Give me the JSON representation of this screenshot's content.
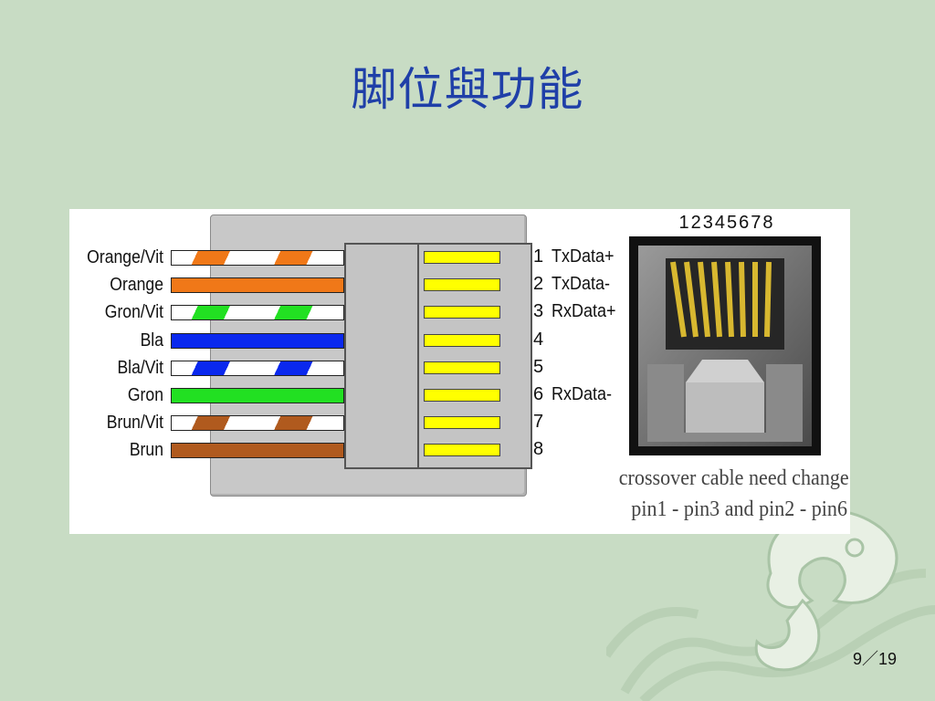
{
  "slide": {
    "title": "脚位與功能",
    "page": "9／19"
  },
  "wires": [
    {
      "label": "Orange/Vit",
      "color": "#f07818",
      "striped": true
    },
    {
      "label": "Orange",
      "color": "#f07818",
      "striped": false
    },
    {
      "label": "Gron/Vit",
      "color": "#22e022",
      "striped": true
    },
    {
      "label": "Bla",
      "color": "#0a28ee",
      "striped": false
    },
    {
      "label": "Bla/Vit",
      "color": "#0a28ee",
      "striped": true
    },
    {
      "label": "Gron",
      "color": "#22e022",
      "striped": false
    },
    {
      "label": "Brun/Vit",
      "color": "#b05a1e",
      "striped": true
    },
    {
      "label": "Brun",
      "color": "#b05a1e",
      "striped": false
    }
  ],
  "pins": [
    {
      "num": "1",
      "fn": "TxData+"
    },
    {
      "num": "2",
      "fn": "TxData-"
    },
    {
      "num": "3",
      "fn": "RxData+"
    },
    {
      "num": "4",
      "fn": ""
    },
    {
      "num": "5",
      "fn": ""
    },
    {
      "num": "6",
      "fn": "RxData-"
    },
    {
      "num": "7",
      "fn": ""
    },
    {
      "num": "8",
      "fn": ""
    }
  ],
  "jack": {
    "pin_numbers": "12345678",
    "contact_color": "#d8b830"
  },
  "note": {
    "line1": "crossover cable need change",
    "line2": "pin1 - pin3  and  pin2 - pin6"
  },
  "colors": {
    "background": "#c8dcc4",
    "title": "#1f3fa8",
    "pin_yellow": "#ffff00"
  },
  "icons": [
    "rj45-plug-diagram",
    "rj45-jack-photo",
    "dragon-ornament"
  ]
}
